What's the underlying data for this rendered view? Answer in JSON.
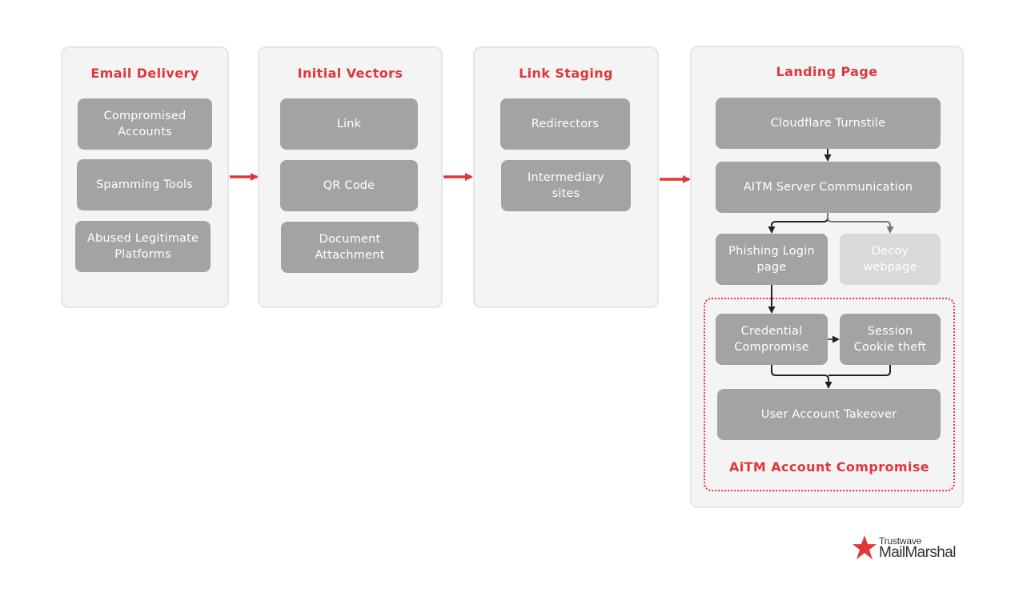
{
  "stages": {
    "email_delivery": {
      "title": "Email Delivery",
      "items": [
        {
          "l1": "Compromised",
          "l2": "Accounts"
        },
        {
          "l1": "Spamming Tools",
          "l2": ""
        },
        {
          "l1": "Abused Legitimate",
          "l2": "Platforms"
        }
      ]
    },
    "initial_vectors": {
      "title": "Initial Vectors",
      "items": [
        {
          "l1": "Link",
          "l2": ""
        },
        {
          "l1": "QR Code",
          "l2": ""
        },
        {
          "l1": "Document",
          "l2": "Attachment"
        }
      ]
    },
    "link_staging": {
      "title": "Link Staging",
      "items": [
        {
          "l1": "Redirectors",
          "l2": ""
        },
        {
          "l1": "Intermediary",
          "l2": "sites"
        }
      ]
    },
    "landing_page": {
      "title": "Landing Page",
      "cloudflare": "Cloudflare Turnstile",
      "aitm_server": "AITM Server Communication",
      "phishing": {
        "l1": "Phishing Login",
        "l2": "page"
      },
      "decoy": {
        "l1": "Decoy",
        "l2": "webpage"
      }
    }
  },
  "aitm_group": {
    "label": "AiTM Account Compromise",
    "credential": {
      "l1": "Credential",
      "l2": "Compromise"
    },
    "session": {
      "l1": "Session",
      "l2": "Cookie theft"
    },
    "takeover": "User Account Takeover"
  },
  "logo": {
    "brand_small": "Trustwave",
    "brand_large": "MailMarshal"
  },
  "colors": {
    "accent": "#e0373b",
    "node": "#a3a3a3",
    "node_dim": "#d9d9d9",
    "panel": "#f4f4f4"
  }
}
